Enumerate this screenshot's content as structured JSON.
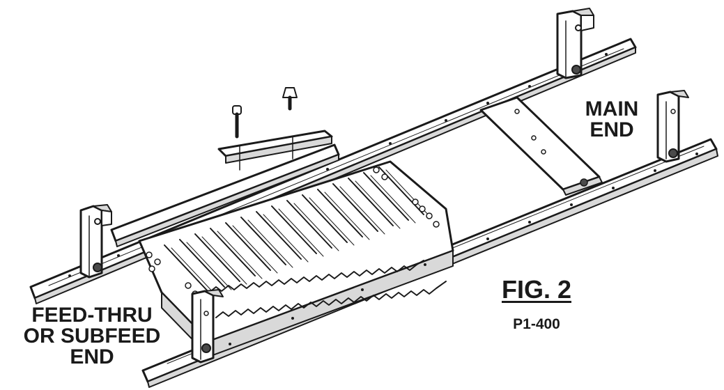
{
  "labels": {
    "main_end": [
      "MAIN",
      "END"
    ],
    "feed_end": [
      "FEED-THRU",
      "OR SUBFEED",
      "END"
    ],
    "figure": "FIG. 2",
    "model": "P1-400"
  },
  "colors": {
    "line": "#1a1a1a",
    "fill": "#ffffff",
    "shade": "#d9d9d9",
    "dark": "#4a4a4a"
  }
}
